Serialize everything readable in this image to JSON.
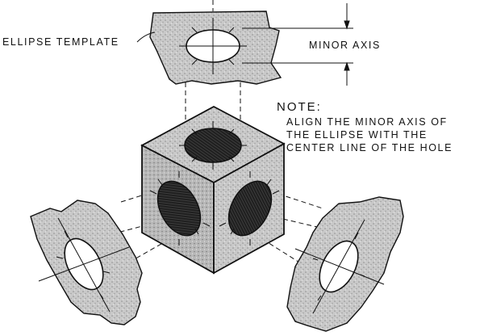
{
  "labels": {
    "ellipse_template": "ELLIPSE TEMPLATE",
    "minor_axis": "MINOR AXIS"
  },
  "note": {
    "title": "NOTE:",
    "lines": [
      "ALIGN THE MINOR AXIS OF",
      "THE ELLIPSE WITH THE",
      "CENTER LINE OF THE HOLE"
    ]
  },
  "colors": {
    "ink": "#111111",
    "stipple": "#bdbdbd",
    "stipple_dark": "#8f8f8f",
    "hole_fill": "#2a2a2a",
    "paper": "#ffffff"
  }
}
